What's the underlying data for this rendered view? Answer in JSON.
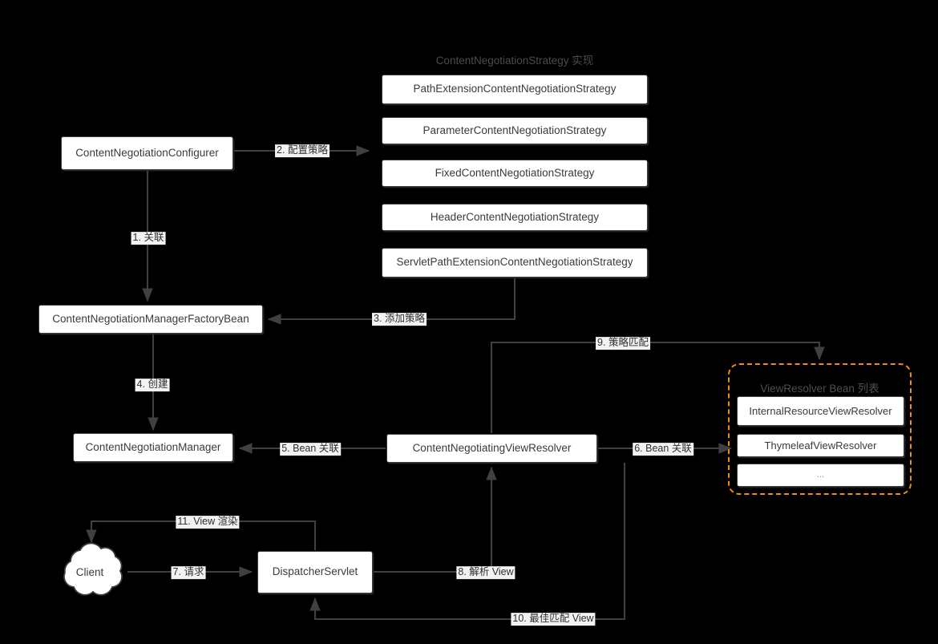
{
  "diagram": {
    "title": "Spring MVC ContentNegotiation flow",
    "background": "#000000",
    "accent_orange": "#f08a1d",
    "node_border": "#3c3c3c",
    "node_fill": "#ffffff"
  },
  "groups": {
    "strategy_group_title": "ContentNegotiationStrategy 实现",
    "viewresolver_cluster_title": "ViewResolver Bean 列表"
  },
  "nodes": {
    "configurer": "ContentNegotiationConfigurer",
    "factory_bean": "ContentNegotiationManagerFactoryBean",
    "manager": "ContentNegotiationManager",
    "cnv_resolver": "ContentNegotiatingViewResolver",
    "dispatcher": "DispatcherServlet",
    "client": "Client"
  },
  "strategies": [
    "PathExtensionContentNegotiationStrategy",
    "ParameterContentNegotiationStrategy",
    "FixedContentNegotiationStrategy",
    "HeaderContentNegotiationStrategy",
    "ServletPathExtensionContentNegotiationStrategy"
  ],
  "view_resolvers": [
    "InternalResourceViewResolver",
    "ThymeleafViewResolver",
    "..."
  ],
  "edges": [
    {
      "id": "e1",
      "label": "1. 关联"
    },
    {
      "id": "e2",
      "label": "2. 配置策略"
    },
    {
      "id": "e3",
      "label": "3. 添加策略"
    },
    {
      "id": "e4",
      "label": "4. 创建"
    },
    {
      "id": "e5",
      "label": "5. Bean 关联"
    },
    {
      "id": "e6",
      "label": "6. Bean 关联"
    },
    {
      "id": "e7",
      "label": "7. 请求"
    },
    {
      "id": "e8",
      "label": "8. 解析 View"
    },
    {
      "id": "e9",
      "label": "9. 策略匹配"
    },
    {
      "id": "e10",
      "label": "10. 最佳匹配 View"
    },
    {
      "id": "e11",
      "label": "11. View 渲染"
    }
  ]
}
